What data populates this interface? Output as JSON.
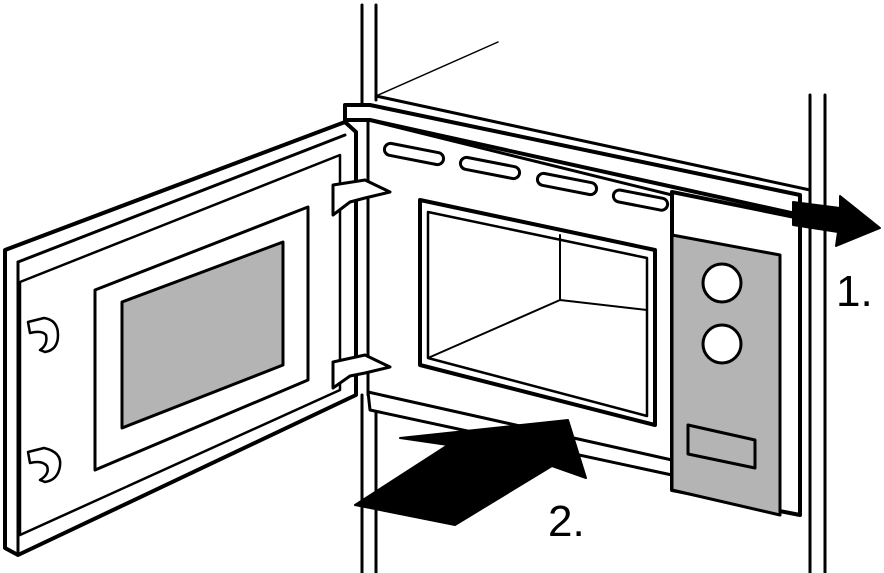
{
  "steps": [
    {
      "label": "1.",
      "arrow": "pull-right-arrow"
    },
    {
      "label": "2.",
      "arrow": "push-in-arrow"
    }
  ],
  "colors": {
    "line": "#000000",
    "panel": "#b4b4b4",
    "window": "#b4b4b4",
    "background": "#ffffff"
  },
  "icons": [
    "knob-icon",
    "hinge-icon",
    "latch-icon",
    "arrow-icon"
  ]
}
